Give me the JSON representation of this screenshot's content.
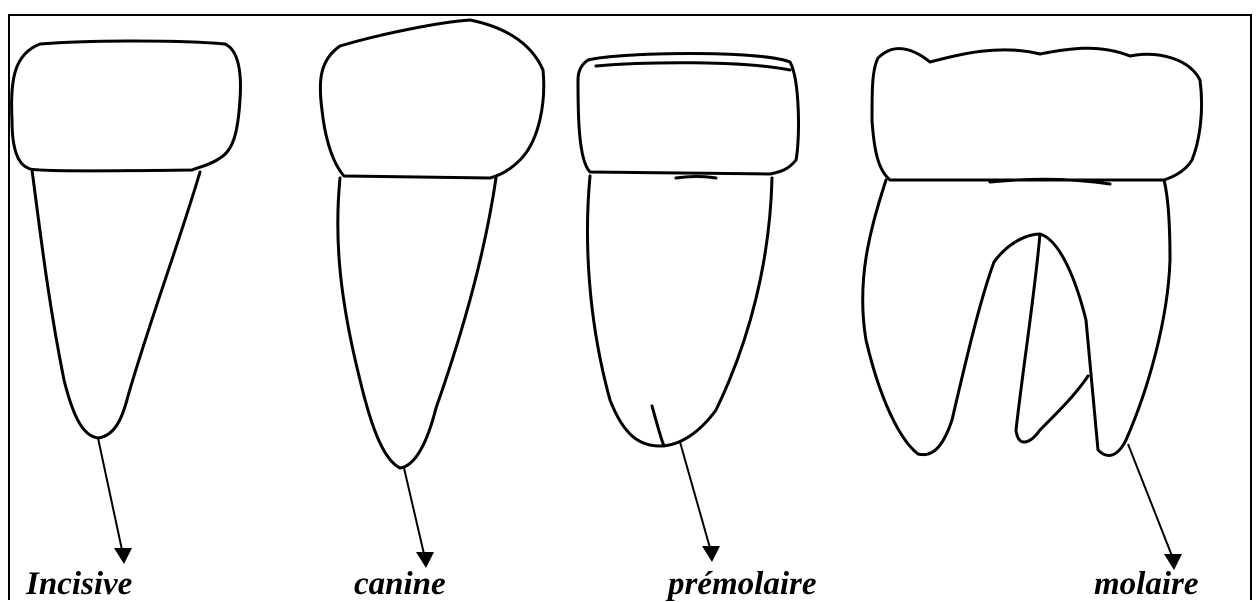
{
  "teeth": [
    {
      "id": "incisive",
      "label": "Incisive"
    },
    {
      "id": "canine",
      "label": "canine"
    },
    {
      "id": "premolaire",
      "label": "prémolaire"
    },
    {
      "id": "molaire",
      "label": "molaire"
    }
  ]
}
